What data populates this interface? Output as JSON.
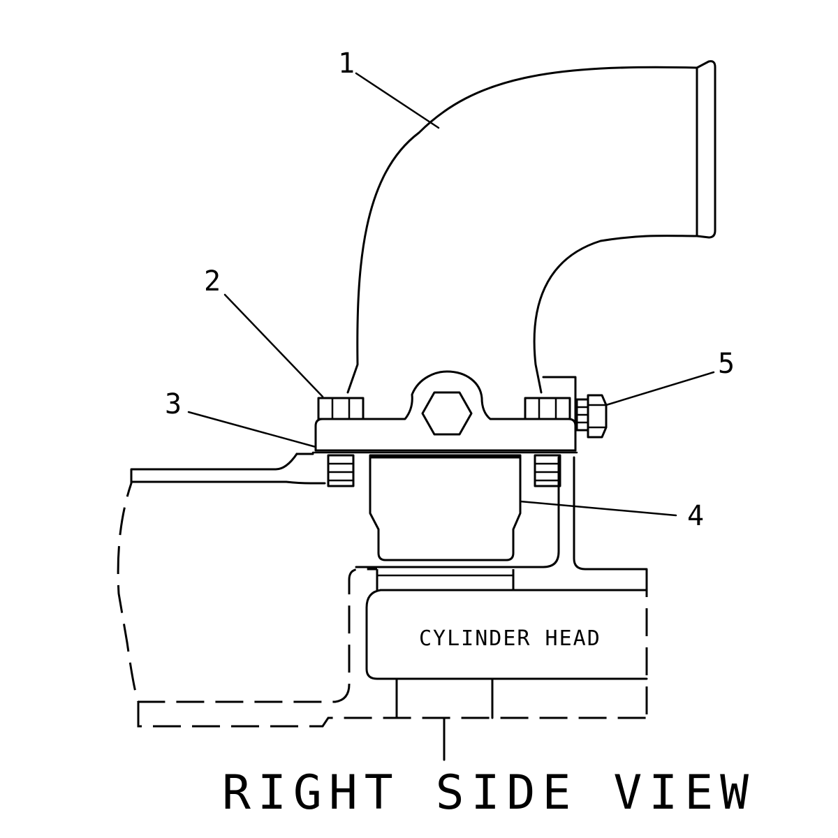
{
  "callouts": [
    "1",
    "2",
    "3",
    "4",
    "5"
  ],
  "component_label": "CYLINDER HEAD",
  "view_title": "RIGHT SIDE VIEW"
}
